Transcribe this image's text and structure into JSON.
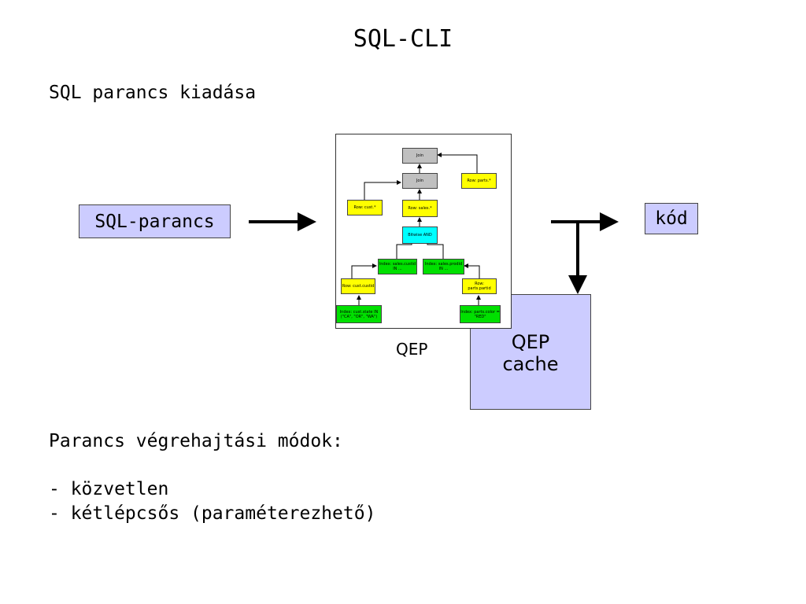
{
  "title": "SQL-CLI",
  "subtitle": "SQL parancs kiadása",
  "input_box": "SQL-parancs",
  "output_box": "kód",
  "cache_box": {
    "line1": "QEP",
    "line2": "cache"
  },
  "qep_label": "QEP",
  "qep_nodes": {
    "join_top": "Join",
    "join_mid": "Join",
    "row_parts": "Row: parts.*",
    "row_cust": "Row: cust.*",
    "row_sales": "Row: sales.*",
    "bitwise_and": "Bitwise AND",
    "index_custid": "Index: sales.custid IN ...",
    "index_prodid": "Index: sales.prodid IN ...",
    "row_custid": "Row: cust.custid",
    "row_partid": "Row: parts.partid",
    "index_state": "Index: cust.state IN (\"CA\", \"OR\", \"WA\")",
    "index_color": "Index: parts.color = \"RED\""
  },
  "modes_title": "Parancs végrehajtási módok:",
  "modes": [
    "- közvetlen",
    "- kétlépcsős (paraméterezhető)"
  ],
  "colors": {
    "box_fill": "#ccccff",
    "node_gray": "#c0c0c0",
    "node_yellow": "#ffff00",
    "node_green": "#00e000",
    "node_cyan": "#00ffff"
  }
}
